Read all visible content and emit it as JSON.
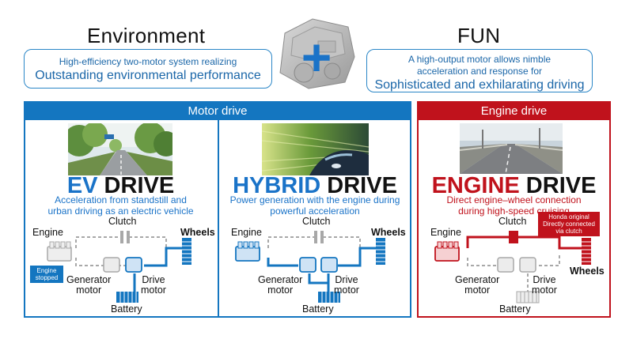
{
  "top": {
    "environment": {
      "heading": "Environment",
      "line1": "High-efficiency two-motor system realizing",
      "line2": "Outstanding environmental performance"
    },
    "fun": {
      "heading": "FUN",
      "line1": "A high-output motor allows nimble",
      "line2": "acceleration and response for",
      "line3": "Sophisticated and exhilarating driving"
    },
    "plus_symbol": "+"
  },
  "sections": {
    "motor_drive": "Motor drive",
    "engine_drive": "Engine drive"
  },
  "modes": {
    "ev": {
      "title_prefix": "EV",
      "title_suffix": " DRIVE",
      "desc1": "Acceleration from standstill and",
      "desc2": "urban driving as an electric vehicle"
    },
    "hybrid": {
      "title_prefix": "HYBRID",
      "title_suffix": " DRIVE",
      "desc1": "Power generation with the engine during",
      "desc2": "powerful acceleration"
    },
    "engine": {
      "title_prefix": "ENGINE",
      "title_suffix": " DRIVE",
      "desc1": "Direct engine–wheel connection",
      "desc2": "during high-speed cruising",
      "callout1": "Honda original",
      "callout2": "Directly connected",
      "callout3": "via clutch"
    }
  },
  "labels": {
    "engine": "Engine",
    "clutch": "Clutch",
    "wheels": "Wheels",
    "generator1": "Generator",
    "generator2": "motor",
    "drive1": "Drive",
    "drive2": "motor",
    "battery": "Battery",
    "engine_stopped1": "Engine",
    "engine_stopped2": "stopped"
  },
  "colors": {
    "motor_blue": "#1476c0",
    "engine_red": "#c0121c",
    "accent_blue": "#1a73c8",
    "inactive_gray": "#a8a8a8"
  }
}
